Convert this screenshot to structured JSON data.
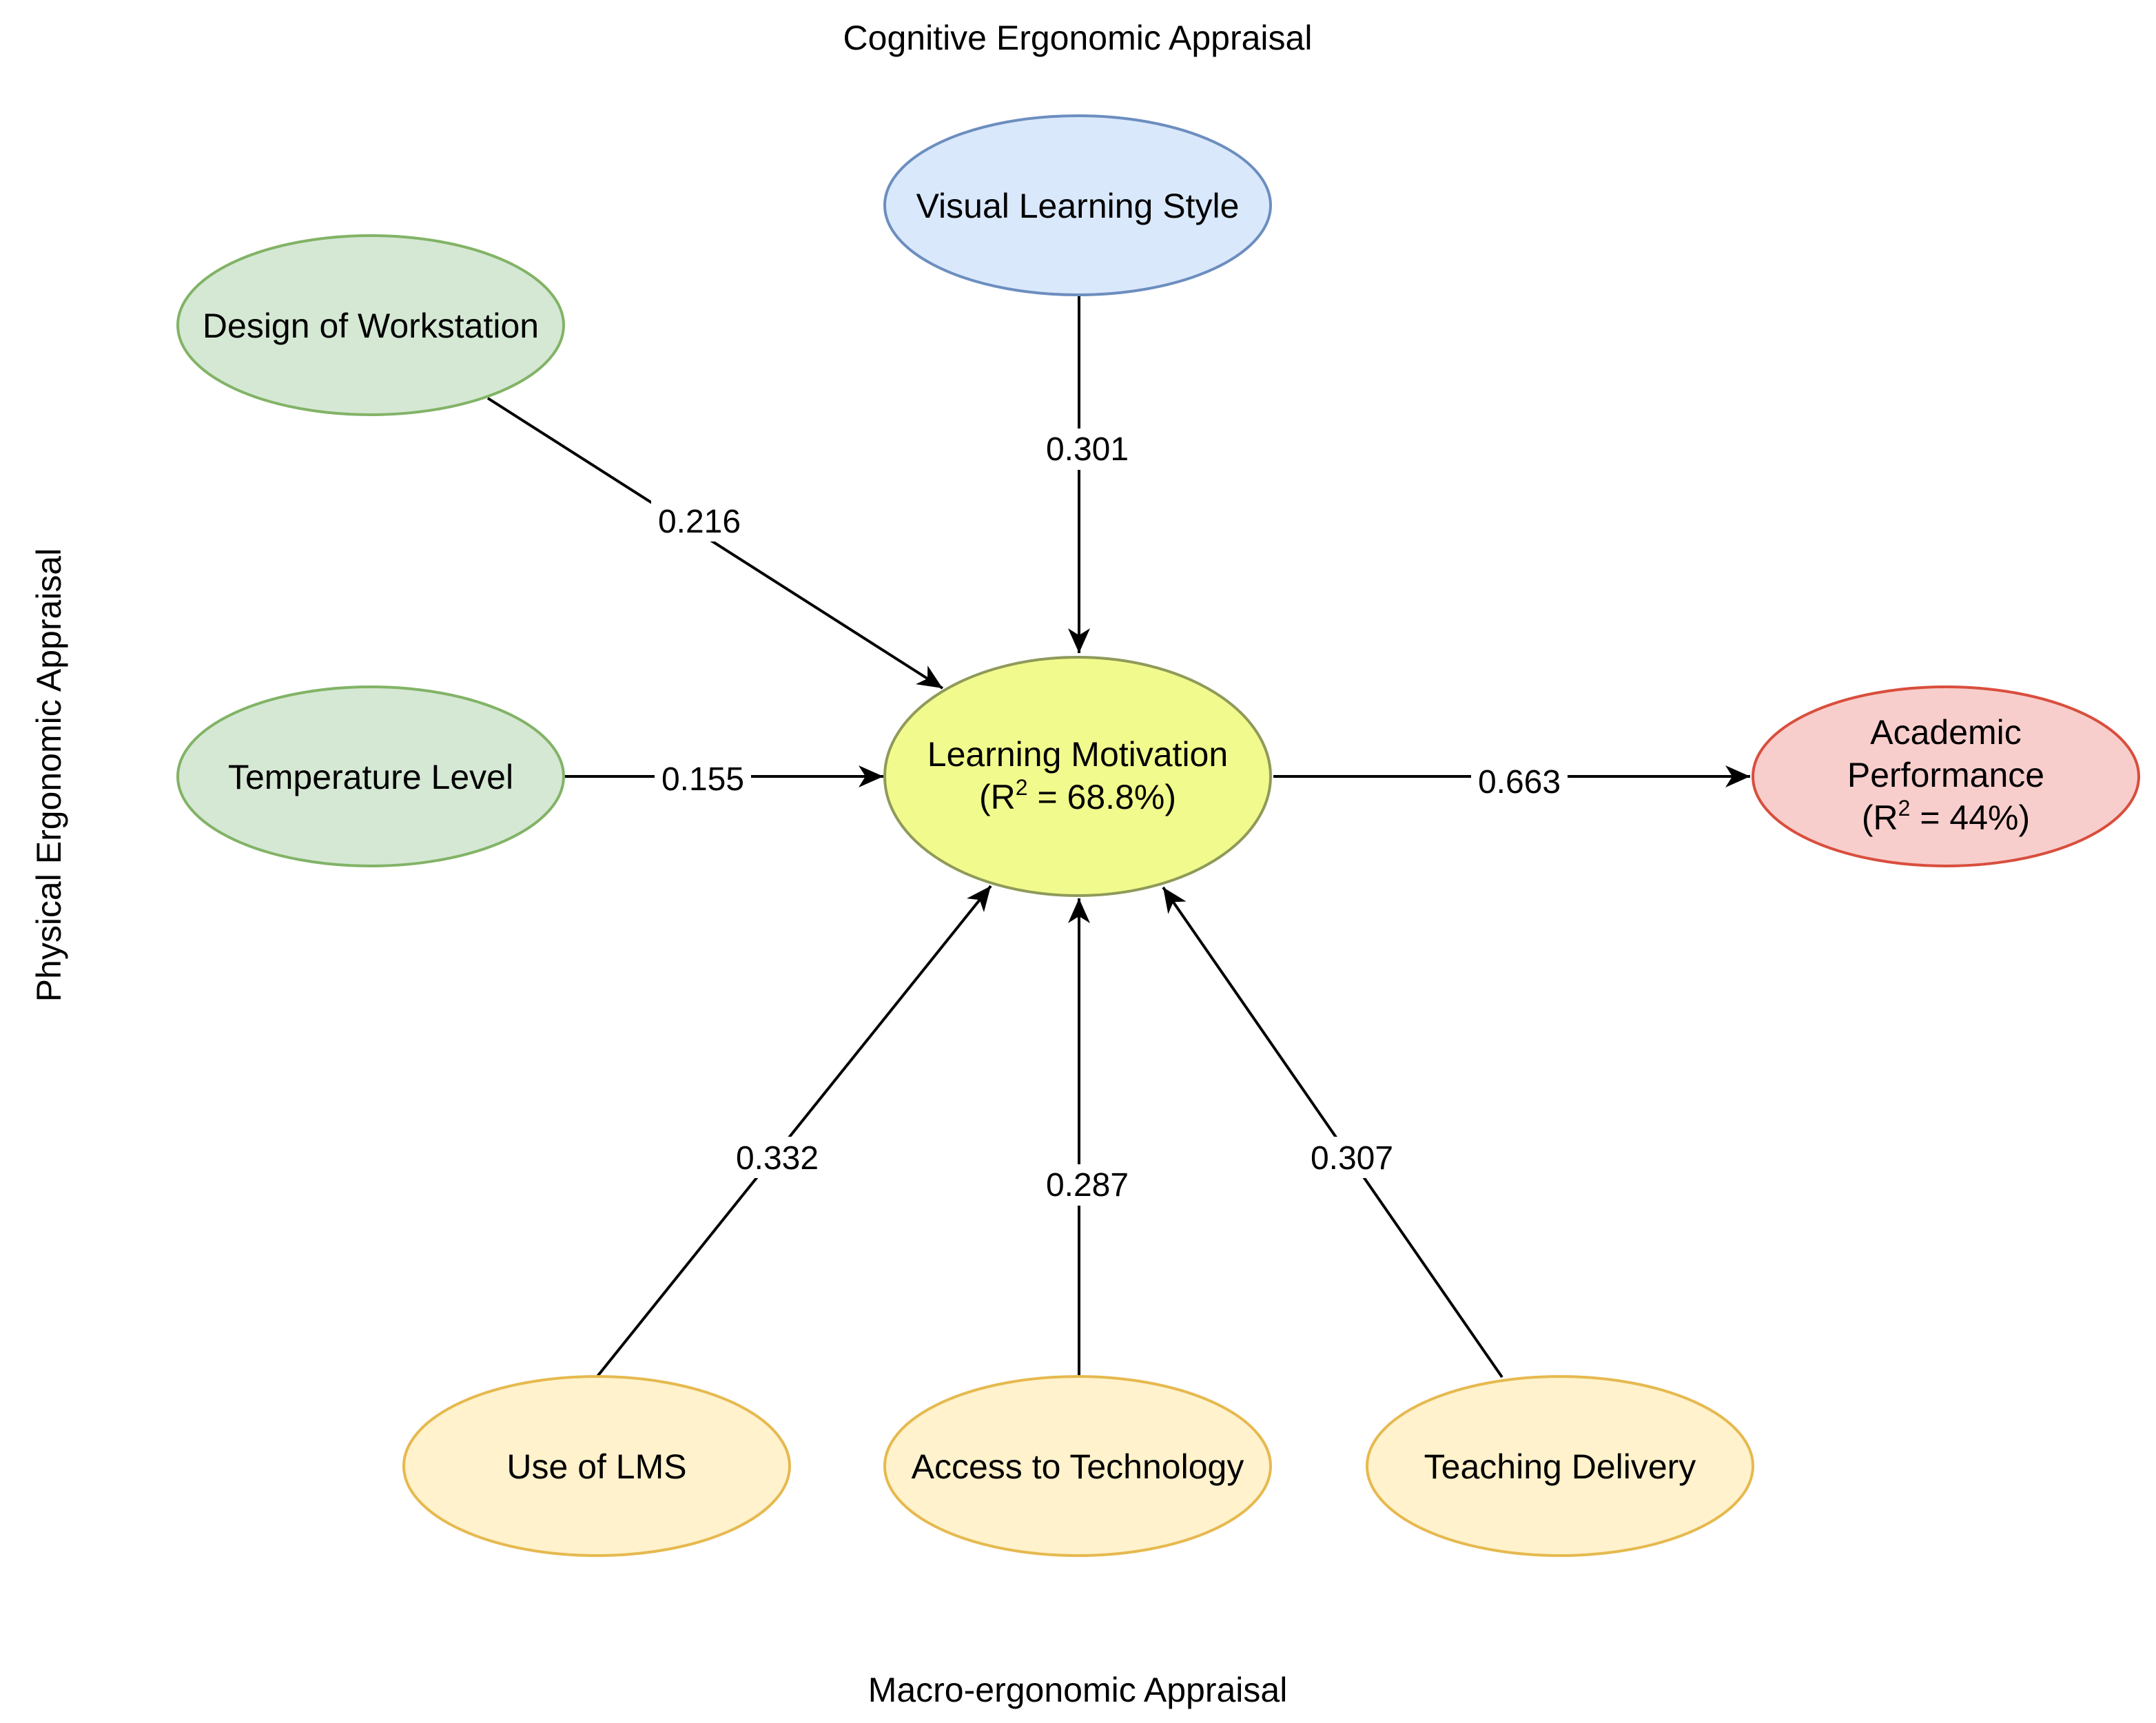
{
  "sections": {
    "cognitive": "Cognitive Ergonomic Appraisal",
    "physical": "Physical Ergonomic Appraisal",
    "macro": "Macro-ergonomic Appraisal"
  },
  "colors": {
    "green_fill": "#d5e8d4",
    "green_stroke": "#82b366",
    "blue_fill": "#dae8fc",
    "blue_stroke": "#6c8ebf",
    "yellow_fill": "#f1fa8c",
    "yellow_stroke": "#8f9a5a",
    "red_fill": "#f8cecc",
    "red_stroke": "#d94e3d",
    "orange_fill": "#fff2cc",
    "orange_stroke": "#e6b94f"
  },
  "nodes": {
    "visual_learning_style": {
      "label": "Visual Learning Style"
    },
    "design_of_workstation": {
      "label": "Design of Workstation"
    },
    "temperature_level": {
      "label": "Temperature Level"
    },
    "learning_motivation": {
      "line1": "Learning Motivation",
      "line2_prefix": "(R",
      "line2_sup": "2",
      "line2_suffix": " = 68.8%)"
    },
    "academic_performance": {
      "line1": "Academic",
      "line2": "Performance",
      "line3_prefix": "(R",
      "line3_sup": "2",
      "line3_suffix": " = 44%)"
    },
    "use_of_lms": {
      "label": "Use of LMS"
    },
    "access_to_technology": {
      "label": "Access to Technology"
    },
    "teaching_delivery": {
      "label": "Teaching Delivery"
    }
  },
  "edges": {
    "design_to_motivation": "0.216",
    "visual_to_motivation": "0.301",
    "temperature_to_motivation": "0.155",
    "motivation_to_performance": "0.663",
    "lms_to_motivation": "0.332",
    "technology_to_motivation": "0.287",
    "teaching_to_motivation": "0.307"
  }
}
